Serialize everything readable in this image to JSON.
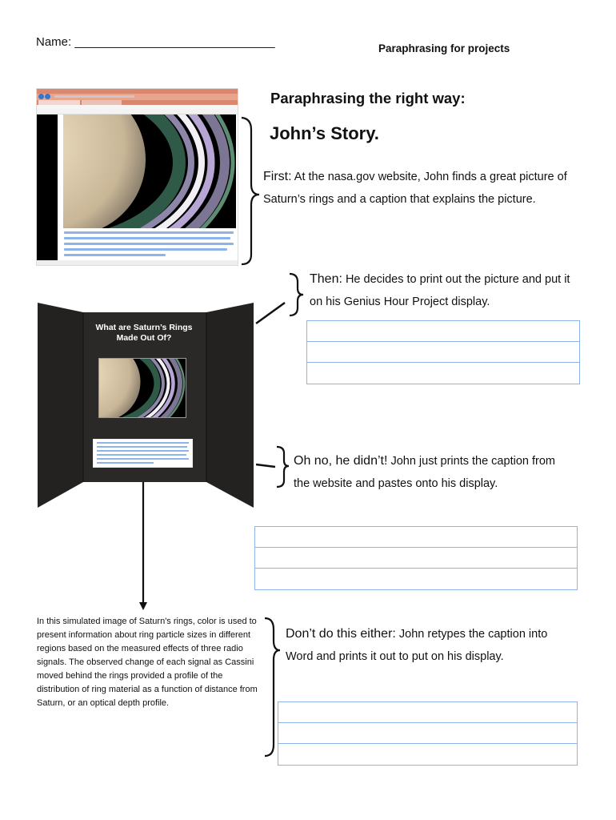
{
  "header": {
    "name_label": "Name: ______________________________",
    "doc_title": "Paraphrasing for projects"
  },
  "intro": {
    "heading": "Paraphrasing the right way:",
    "story_title": "John’s Story."
  },
  "steps": [
    {
      "lead": "First:",
      "text": " At the nasa.gov website, John finds a great picture of Saturn’s rings and a caption that explains the picture."
    },
    {
      "lead": "Then:",
      "text": " He decides to print out the picture and put it on his Genius Hour Project display."
    },
    {
      "lead": "Oh no, he didn’t!",
      "text": " John just prints the caption from the website and pastes onto his display."
    },
    {
      "lead": "Don’t do this either:",
      "text": " John retypes the caption into Word and prints it out to put on his display."
    }
  ],
  "board": {
    "title_line1": "What are Saturn’s Rings",
    "title_line2": "Made Out Of?"
  },
  "caption": {
    "text": "In this simulated image of Saturn's rings, color is used to present information about ring particle sizes in different regions based on the measured effects of three radio signals. The observed change of each signal as Cassini moved behind the rings provided a profile of the distribution of ring material as a function of distance from Saturn, or an optical depth profile."
  },
  "answer_boxes": [
    {
      "rows": [
        "",
        "",
        ""
      ]
    },
    {
      "rows": [
        "",
        "",
        ""
      ]
    },
    {
      "rows": [
        "",
        "",
        ""
      ]
    }
  ],
  "colors": {
    "answer_border": "#8db4e8",
    "board": "#262524",
    "browser_chrome": "#d9886f"
  }
}
